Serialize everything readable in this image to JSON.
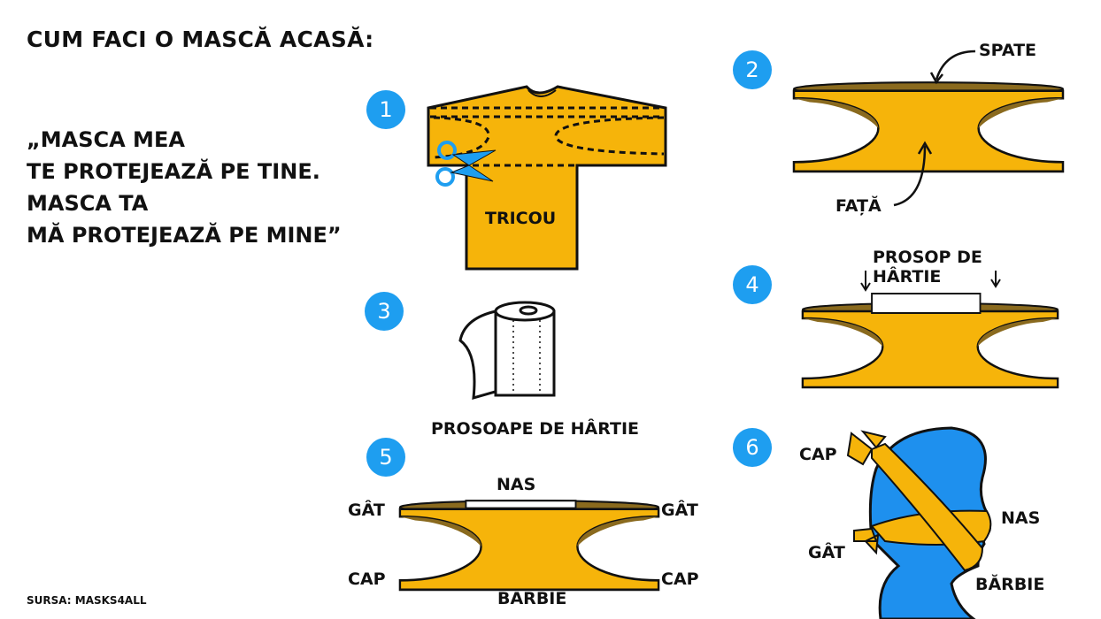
{
  "title": "CUM FACI O MASCĂ ACASĂ:",
  "quote": [
    "„MASCA MEA",
    "TE PROTEJEAZĂ PE TINE.",
    "MASCA TA",
    "MĂ PROTEJEAZĂ PE MINE”"
  ],
  "source": "SURSA: MASKS4ALL",
  "colors": {
    "yellow": "#f6b40a",
    "blue": "#1e9ef0",
    "shadow": "#8a6a1e"
  },
  "steps": [
    {
      "number": "1",
      "labels": [
        "TRICOU"
      ]
    },
    {
      "number": "2",
      "labels": [
        "SPATE",
        "FAȚĂ"
      ]
    },
    {
      "number": "3",
      "labels": [
        "PROSOAPE DE HÂRTIE"
      ]
    },
    {
      "number": "4",
      "labels": [
        "PROSOP DE",
        "HÂRTIE"
      ]
    },
    {
      "number": "5",
      "labels": [
        "NAS",
        "GÂT",
        "GÂT",
        "CAP",
        "CAP",
        "BĂRBIE"
      ]
    },
    {
      "number": "6",
      "labels": [
        "CAP",
        "NAS",
        "GÂT",
        "BĂRBIE"
      ]
    }
  ]
}
